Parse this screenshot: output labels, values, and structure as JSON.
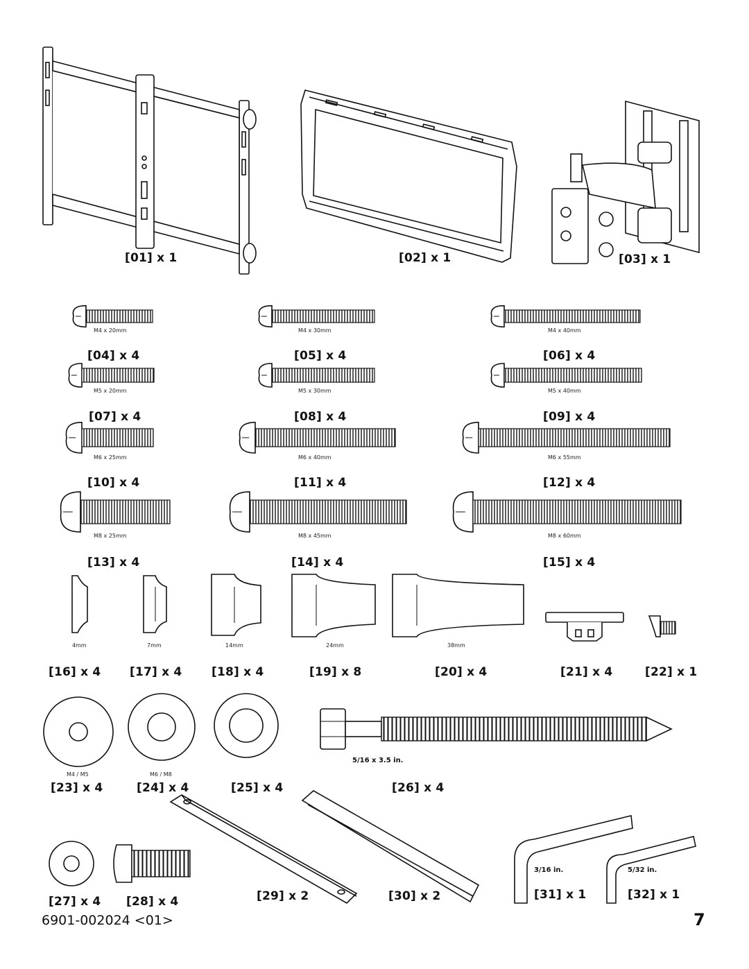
{
  "parts": [
    {
      "id": "p01",
      "label": "[01] x 1"
    },
    {
      "id": "p02",
      "label": "[02] x 1"
    },
    {
      "id": "p03",
      "label": "[03] x 1"
    },
    {
      "id": "p04",
      "label": "[04] x 4",
      "size": "M4 x 20mm"
    },
    {
      "id": "p05",
      "label": "[05] x 4",
      "size": "M4 x 30mm"
    },
    {
      "id": "p06",
      "label": "[06] x 4",
      "size": "M4 x 40mm"
    },
    {
      "id": "p07",
      "label": "[07] x 4",
      "size": "M5 x 20mm"
    },
    {
      "id": "p08",
      "label": "[08] x 4",
      "size": "M5 x 30mm"
    },
    {
      "id": "p09",
      "label": "[09] x 4",
      "size": "M5 x 40mm"
    },
    {
      "id": "p10",
      "label": "[10] x 4",
      "size": "M6 x 25mm"
    },
    {
      "id": "p11",
      "label": "[11] x 4",
      "size": "M6 x 40mm"
    },
    {
      "id": "p12",
      "label": "[12] x 4",
      "size": "M6 x 55mm"
    },
    {
      "id": "p13",
      "label": "[13] x 4",
      "size": "M8 x 25mm"
    },
    {
      "id": "p14",
      "label": "[14] x 4",
      "size": "M8 x 45mm"
    },
    {
      "id": "p15",
      "label": "[15] x 4",
      "size": "M8 x 60mm"
    },
    {
      "id": "p16",
      "label": "[16] x 4",
      "size": "4mm"
    },
    {
      "id": "p17",
      "label": "[17] x 4",
      "size": "7mm"
    },
    {
      "id": "p18",
      "label": "[18] x 4",
      "size": "14mm"
    },
    {
      "id": "p19",
      "label": "[19] x 8",
      "size": "24mm"
    },
    {
      "id": "p20",
      "label": "[20] x 4",
      "size": "38mm"
    },
    {
      "id": "p21",
      "label": "[21] x 4"
    },
    {
      "id": "p22",
      "label": "[22] x 1"
    },
    {
      "id": "p23",
      "label": "[23] x 4",
      "size": "M4 / M5"
    },
    {
      "id": "p24",
      "label": "[24] x 4",
      "size": "M6 / M8"
    },
    {
      "id": "p25",
      "label": "[25] x 4"
    },
    {
      "id": "p26",
      "label": "[26] x 4",
      "size": "5/16 x 3.5 in."
    },
    {
      "id": "p27",
      "label": "[27] x 4"
    },
    {
      "id": "p28",
      "label": "[28] x 4"
    },
    {
      "id": "p29",
      "label": "[29] x 2"
    },
    {
      "id": "p30",
      "label": "[30] x 2"
    },
    {
      "id": "p31",
      "label": "[31] x 1",
      "size": "3/16 in."
    },
    {
      "id": "p32",
      "label": "[32] x 1",
      "size": "5/32 in."
    }
  ],
  "footer": {
    "doc_code": "6901-002024 <01>",
    "page_number": "7"
  }
}
